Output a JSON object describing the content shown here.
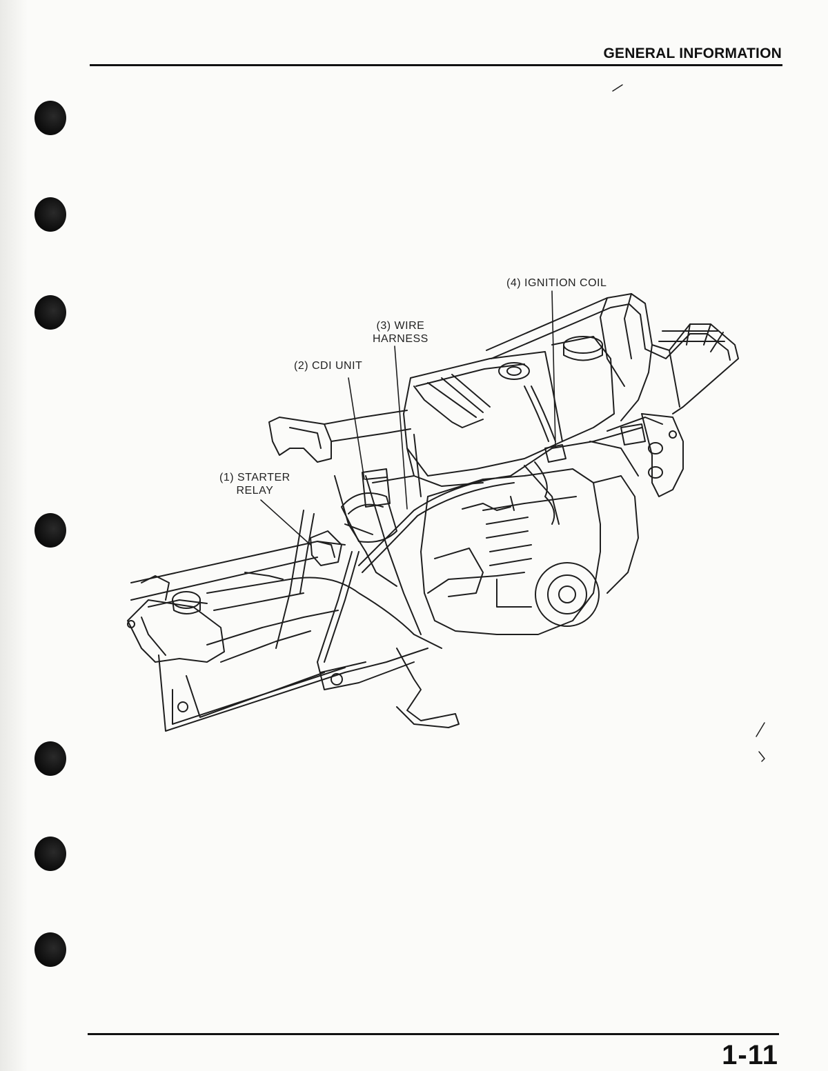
{
  "header": {
    "title": "GENERAL INFORMATION"
  },
  "labels": [
    {
      "id": "starter-relay",
      "line1": "(1) STARTER",
      "line2": "RELAY"
    },
    {
      "id": "cdi-unit",
      "line1": "(2) CDI UNIT",
      "line2": ""
    },
    {
      "id": "wire-harness",
      "line1": "(3) WIRE",
      "line2": "HARNESS"
    },
    {
      "id": "ignition-coil",
      "line1": "(4) IGNITION COIL",
      "line2": ""
    }
  ],
  "footer": {
    "page_number": "1-11"
  }
}
